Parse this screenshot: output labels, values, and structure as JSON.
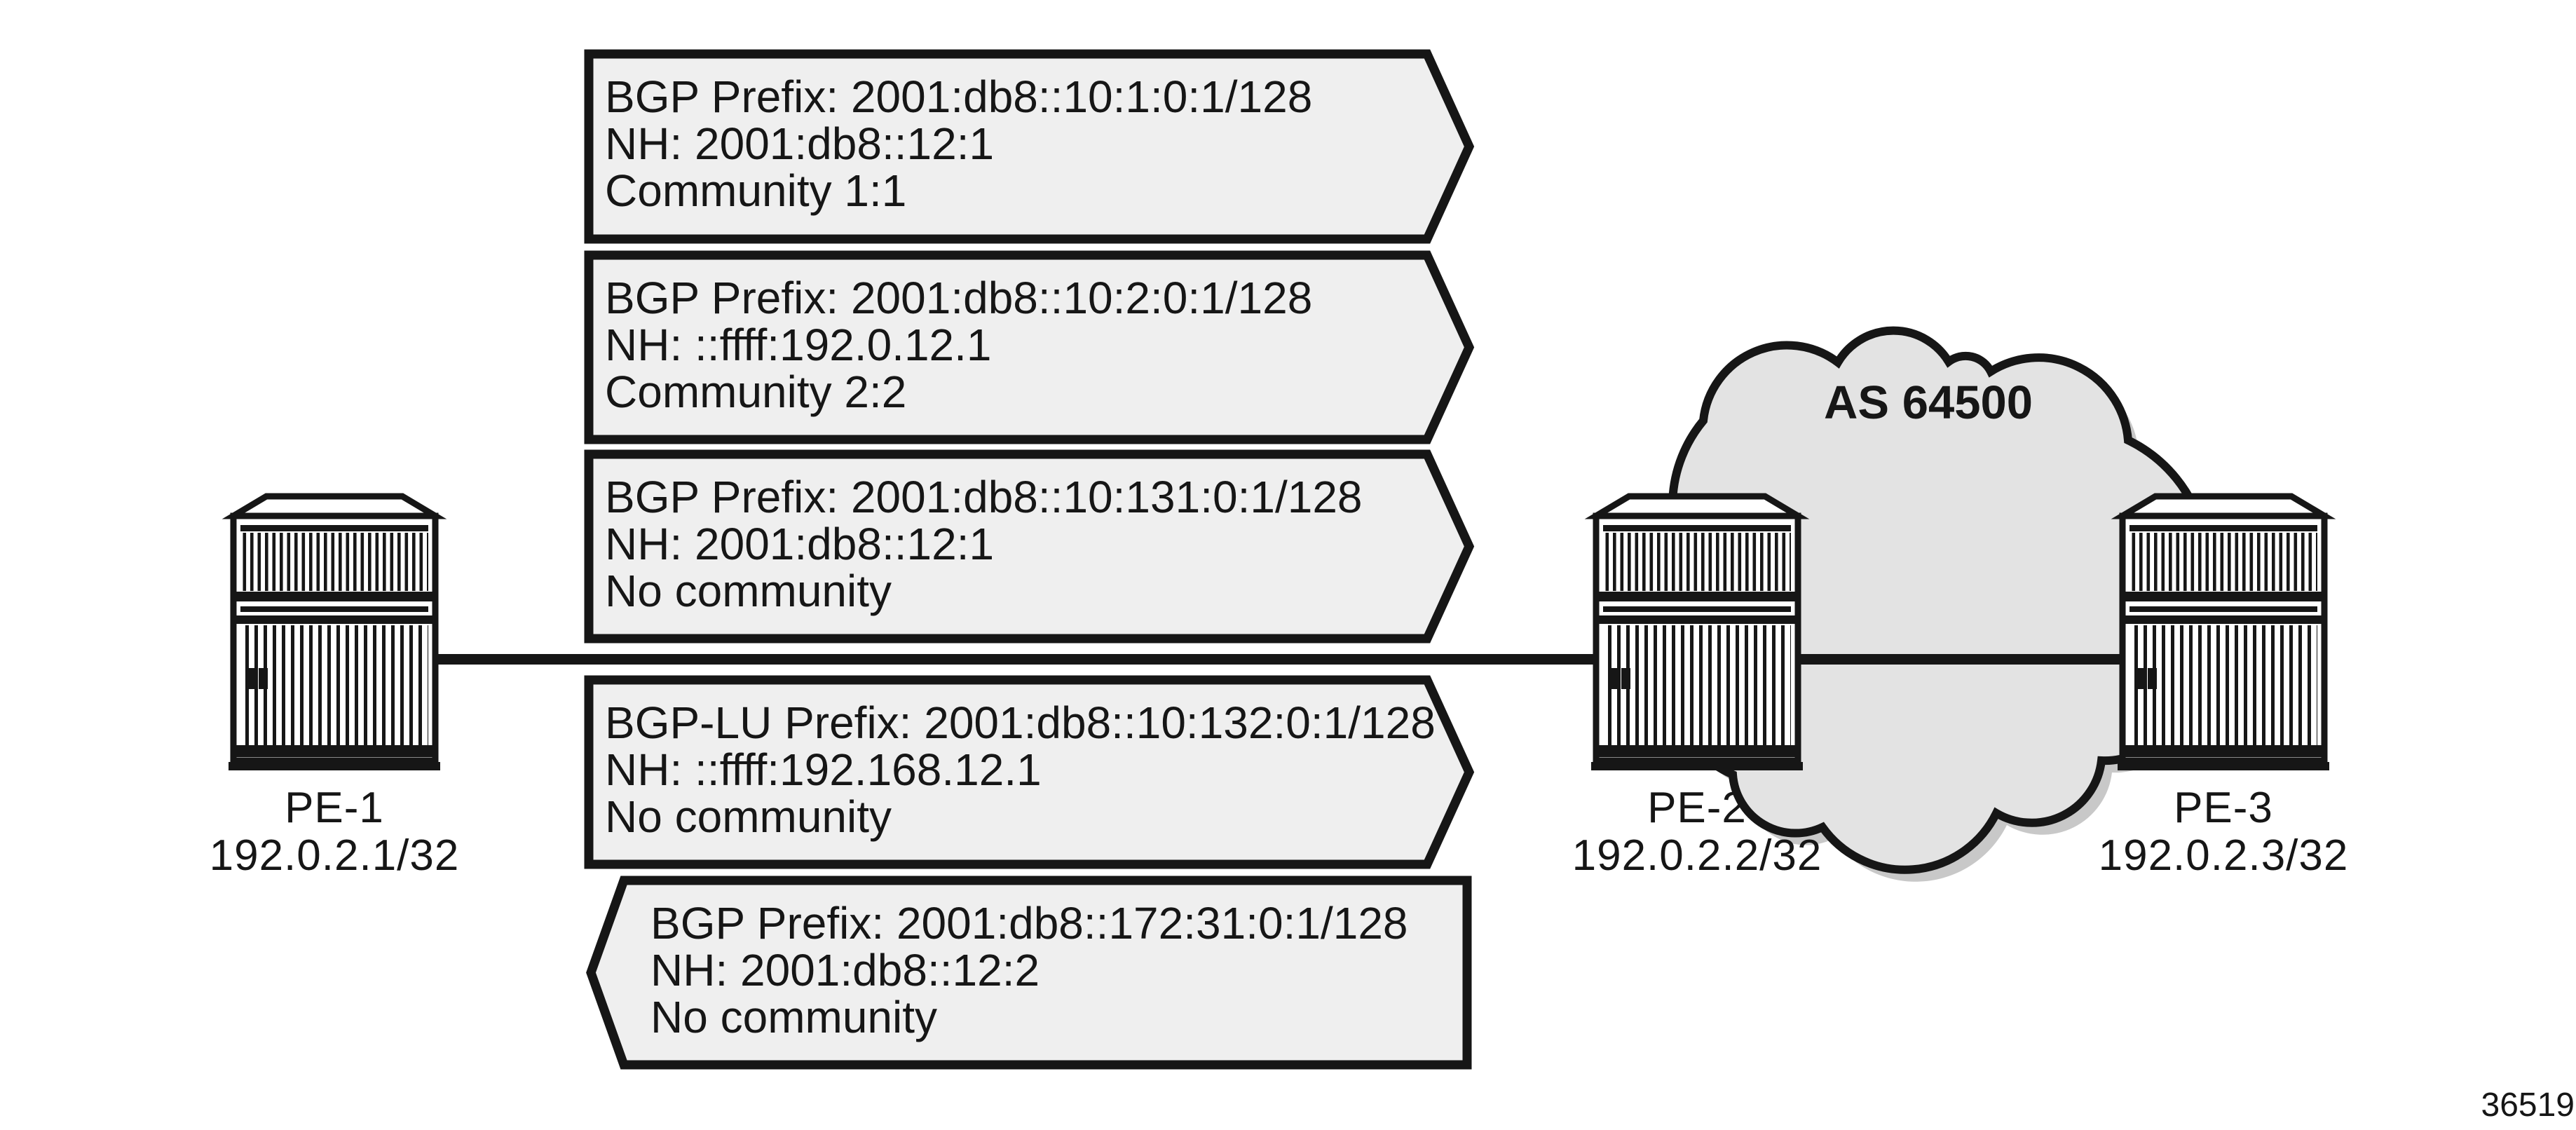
{
  "diagram": {
    "title_hint": "BGP IPv6 route advertisement topology",
    "cloud": {
      "label": "AS 64500"
    },
    "routers": [
      {
        "name": "PE-1",
        "ip": "192.0.2.1/32"
      },
      {
        "name": "PE-2",
        "ip": "192.0.2.2/32"
      },
      {
        "name": "PE-3",
        "ip": "192.0.2.3/32"
      }
    ],
    "callouts": [
      {
        "direction": "right",
        "lines": [
          "BGP Prefix: 2001:db8::10:1:0:1/128",
          "NH: 2001:db8::12:1",
          "Community 1:1"
        ]
      },
      {
        "direction": "right",
        "lines": [
          "BGP Prefix: 2001:db8::10:2:0:1/128",
          "NH: ::ffff:192.0.12.1",
          "Community 2:2"
        ]
      },
      {
        "direction": "right",
        "lines": [
          "BGP Prefix: 2001:db8::10:131:0:1/128",
          "NH: 2001:db8::12:1",
          "No community"
        ]
      },
      {
        "direction": "right",
        "lines": [
          "BGP-LU Prefix: 2001:db8::10:132:0:1/128",
          "NH: ::ffff:192.168.12.1",
          "No community"
        ]
      },
      {
        "direction": "left",
        "lines": [
          "BGP Prefix: 2001:db8::172:31:0:1/128",
          "NH: 2001:db8::12:2",
          "No community"
        ]
      }
    ],
    "figure_number": "36519",
    "colors": {
      "callout_fill": "#efefef",
      "cloud_fill": "#e3e3e3",
      "cloud_shadow": "#c8c8c8",
      "stroke": "#161616"
    }
  }
}
